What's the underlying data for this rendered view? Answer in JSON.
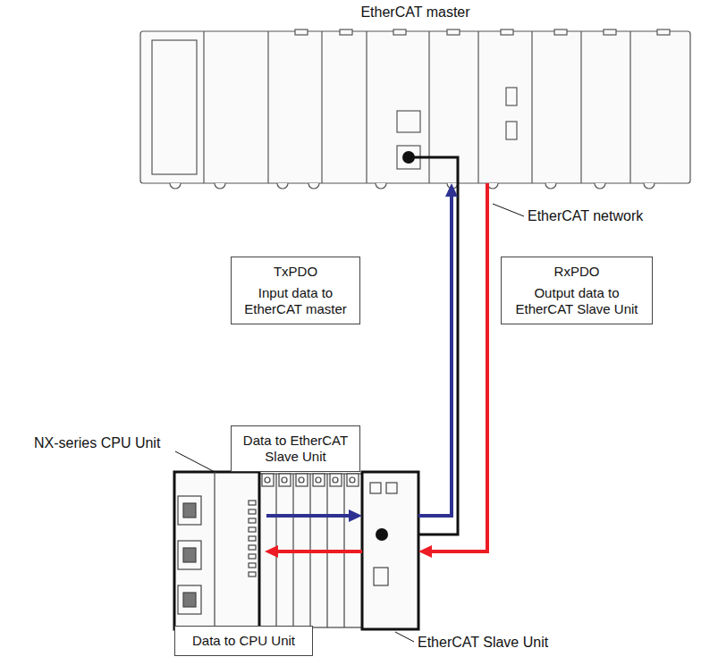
{
  "diagram": {
    "nodes": [
      {
        "text": [
          "EtherCAT master"
        ]
      },
      {
        "text": [
          "TxPDO",
          "Input data to EtherCAT master"
        ]
      },
      {
        "text": [
          "RxPDO",
          "Output data to EtherCAT Slave Unit"
        ]
      },
      {
        "text": [
          "Data to EtherCAT Slave Unit"
        ]
      },
      {
        "text": [
          "EtherCAT Slave Unit"
        ]
      },
      {
        "text": [
          "Data to CPU Unit"
        ]
      }
    ],
    "edges": [
      {
        "from": 4,
        "to": 0,
        "arrow": "to"
      },
      {
        "from": 0,
        "to": 4,
        "arrow": "to"
      }
    ],
    "labels": [
      "EtherCAT network",
      "NX-series CPU Unit"
    ]
  }
}
